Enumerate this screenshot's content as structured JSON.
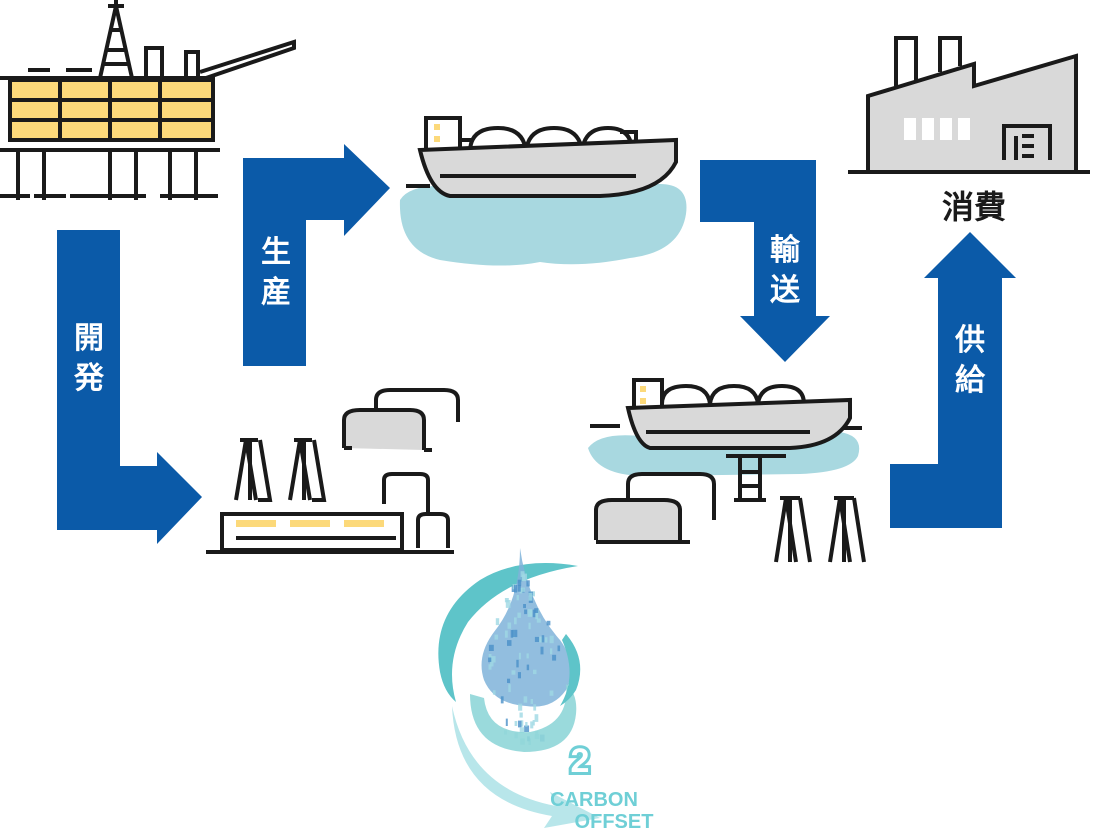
{
  "colors": {
    "arrow_blue": "#0b5aa8",
    "yellow": "#fcd97a",
    "water": "#a8d8e0",
    "gray_fill": "#d9d9d9",
    "stroke": "#1a1a1a",
    "teal": "#5ec4c9",
    "carbon_text": "#6fcfd6"
  },
  "labels": {
    "development": "開発",
    "production": "生産",
    "transport": "輸送",
    "supply": "供給",
    "consumption": "消費",
    "carbon_line1": "CARBON",
    "carbon_line2": "OFFSET",
    "co2_subscript": "2"
  },
  "icons": {
    "offshore_platform": "offshore-platform-icon",
    "lng_plant": "lng-plant-icon",
    "lng_tanker": "lng-tanker-icon",
    "receiving_terminal": "receiving-terminal-icon",
    "factory": "factory-icon",
    "carbon_offset": "carbon-offset-icon"
  }
}
